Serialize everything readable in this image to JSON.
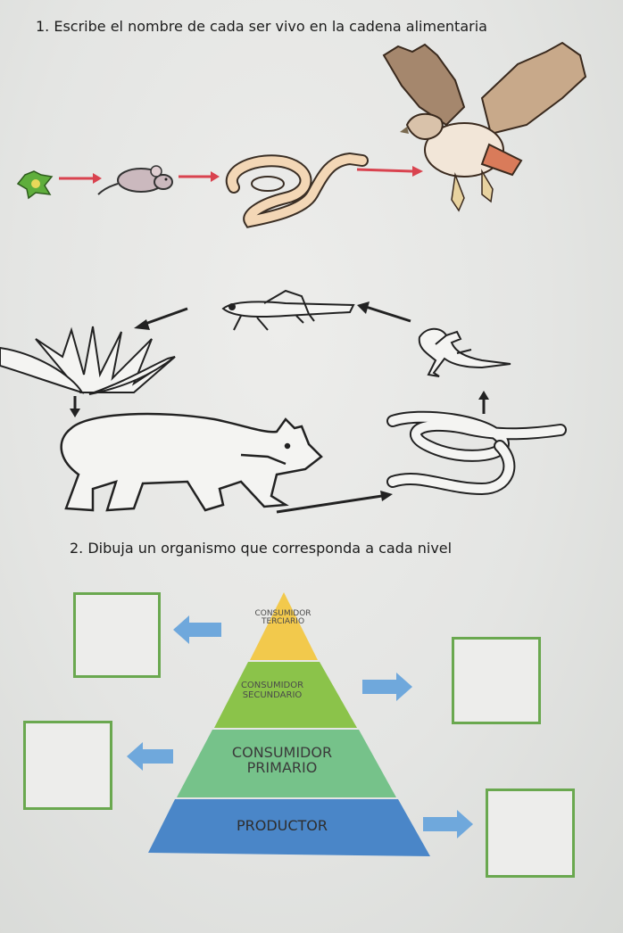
{
  "worksheet": {
    "question_1": "1. Escribe el nombre de cada ser vivo en la cadena alimentaria",
    "question_2": "2.  Dibuja un organismo que corresponda a cada nivel"
  },
  "food_chain_1": {
    "organisms": [
      "flower-icon",
      "mouse-icon",
      "snake-icon",
      "eagle-icon"
    ],
    "arrow_color": "#d9434f"
  },
  "food_chain_2": {
    "organisms": [
      "grass-plant-icon",
      "bear-icon",
      "snake-icon",
      "lizard-icon",
      "grasshopper-icon"
    ]
  },
  "pyramid": {
    "levels": [
      {
        "line1": "CONSUMIDOR",
        "line2": "TERCIARIO",
        "color": "#f2c94c"
      },
      {
        "line1": "CONSUMIDOR",
        "line2": "SECUNDARIO",
        "color": "#8bc34a"
      },
      {
        "line1": "CONSUMIDOR",
        "line2": "PRIMARIO",
        "color": "#76c28a"
      },
      {
        "line1": "PRODUCTOR",
        "line2": "",
        "color": "#4a86c8"
      }
    ],
    "arrow_color": "#6fa8dc",
    "box_border_color": "#6aa84f"
  }
}
